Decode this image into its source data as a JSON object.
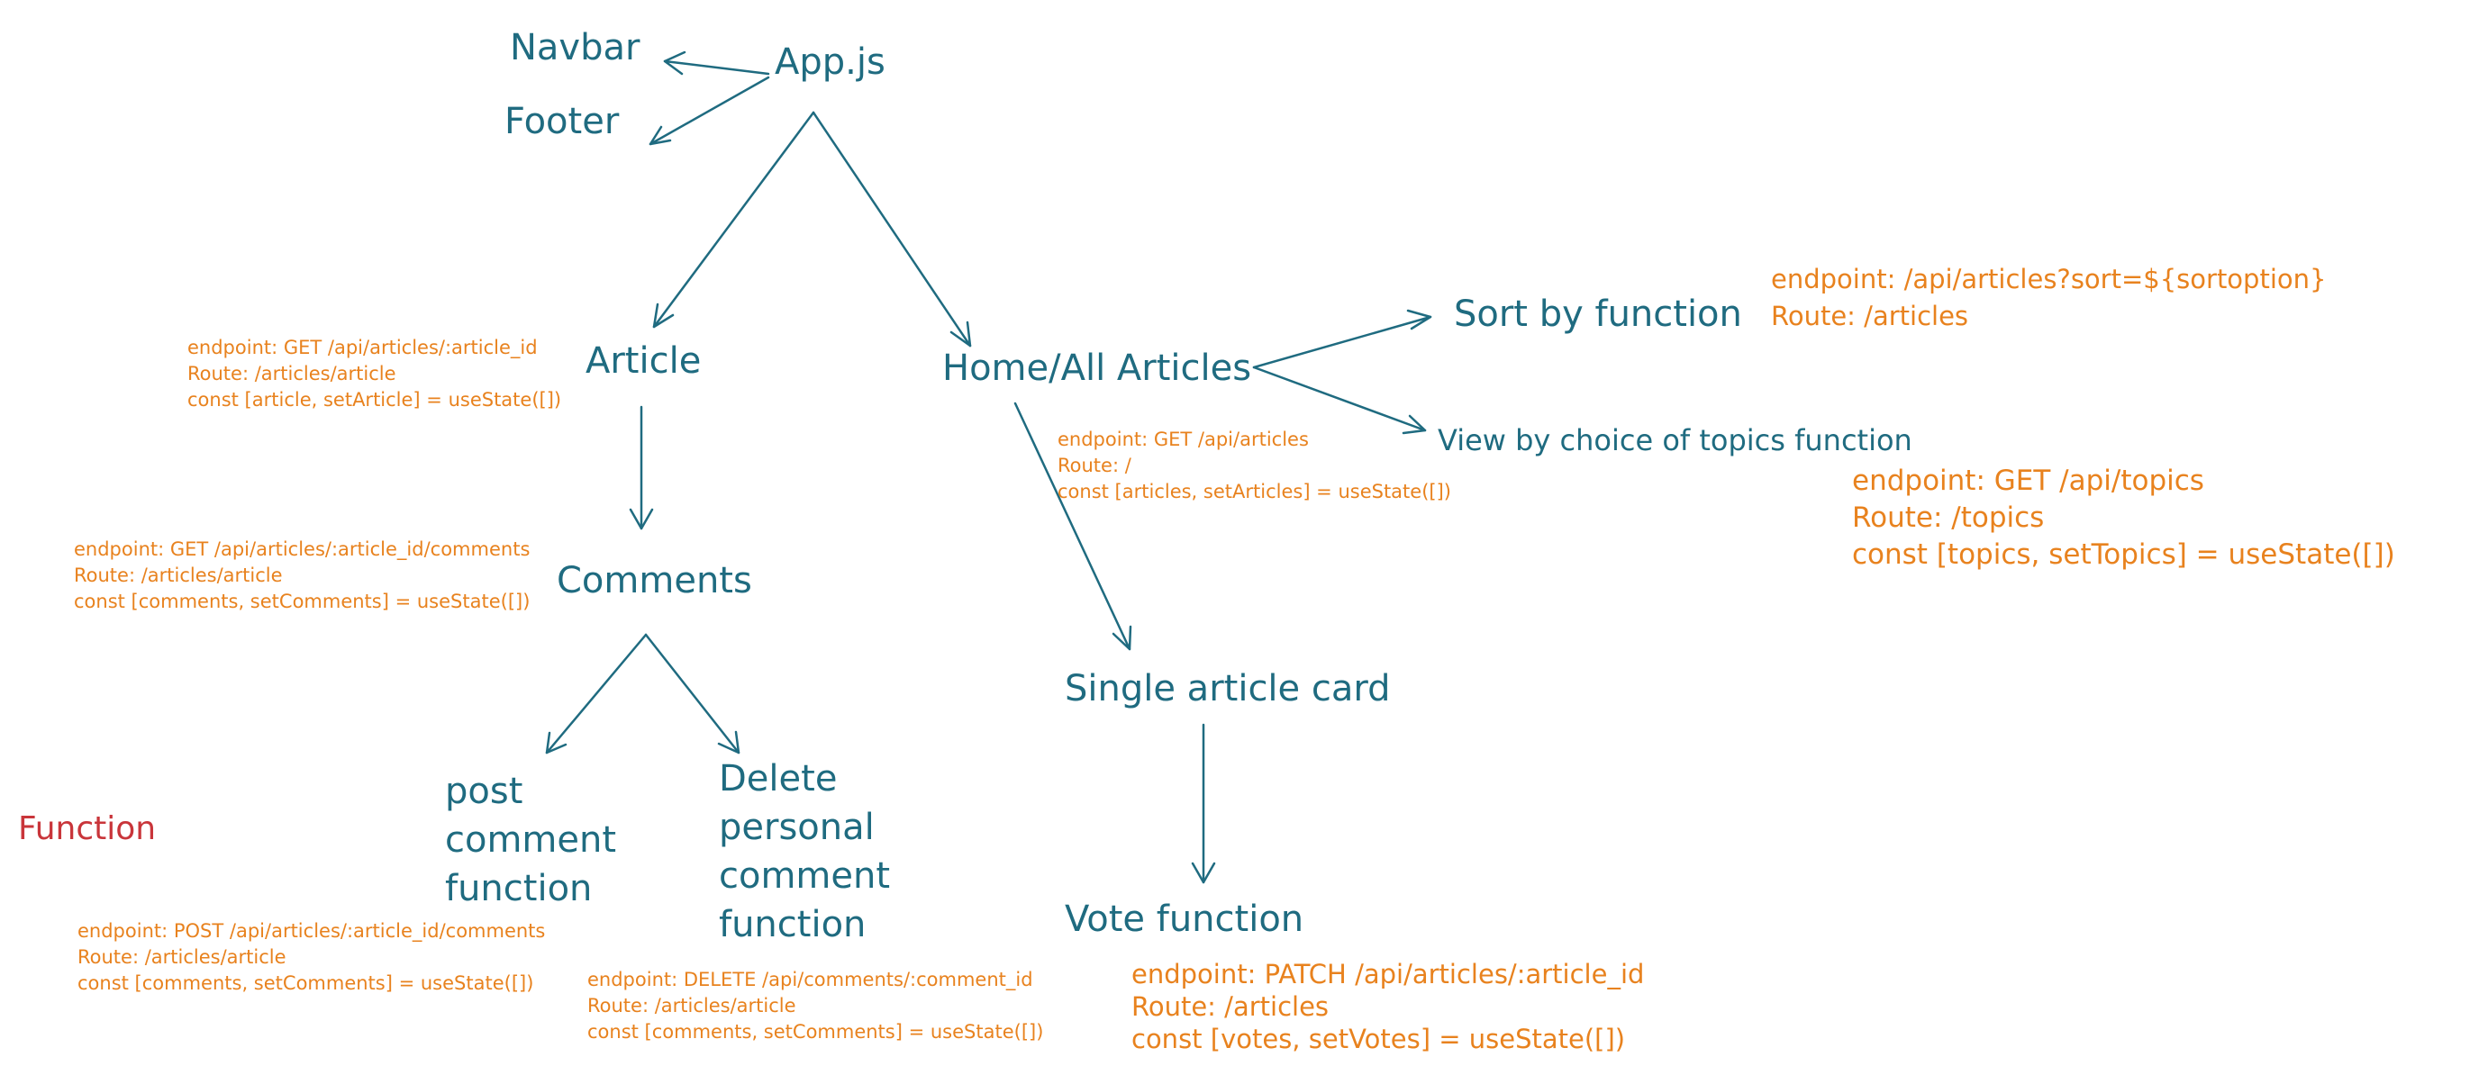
{
  "colors": {
    "node": "#1f6b80",
    "annotation": "#e8821e",
    "highlight": "#c9353a",
    "background": "#ffffff"
  },
  "nodes": {
    "app": "App.js",
    "navbar": "Navbar",
    "footer": "Footer",
    "article": "Article",
    "home": "Home/All Articles",
    "sort": "Sort by function",
    "topics": "View by choice of topics function",
    "comments": "Comments",
    "single_card": "Single article card",
    "post": [
      "post",
      "comment",
      "function"
    ],
    "delete": [
      "Delete",
      "personal",
      "comment",
      "function"
    ],
    "vote": "Vote function",
    "partial_function": "Function"
  },
  "annotations": {
    "article": [
      "endpoint: GET /api/articles/:article_id",
      "Route: /articles/article",
      "const [article, setArticle] = useState([])"
    ],
    "comments": [
      "endpoint: GET /api/articles/:article_id/comments",
      "Route: /articles/article",
      "const [comments, setComments] = useState([])"
    ],
    "home": [
      "endpoint: GET /api/articles",
      "Route: /",
      "const [articles, setArticles] = useState([])"
    ],
    "sort": [
      "endpoint: /api/articles?sort=${sortoption}",
      "Route: /articles"
    ],
    "topics": [
      "endpoint: GET /api/topics",
      "Route: /topics",
      "const [topics, setTopics] = useState([])"
    ],
    "post": [
      "endpoint: POST /api/articles/:article_id/comments",
      "Route: /articles/article",
      "const [comments, setComments] = useState([])"
    ],
    "delete": [
      "endpoint: DELETE /api/comments/:comment_id",
      "Route: /articles/article",
      "const [comments, setComments] = useState([])"
    ],
    "vote": [
      "endpoint: PATCH /api/articles/:article_id",
      "Route: /articles",
      "const [votes, setVotes] = useState([])"
    ]
  }
}
